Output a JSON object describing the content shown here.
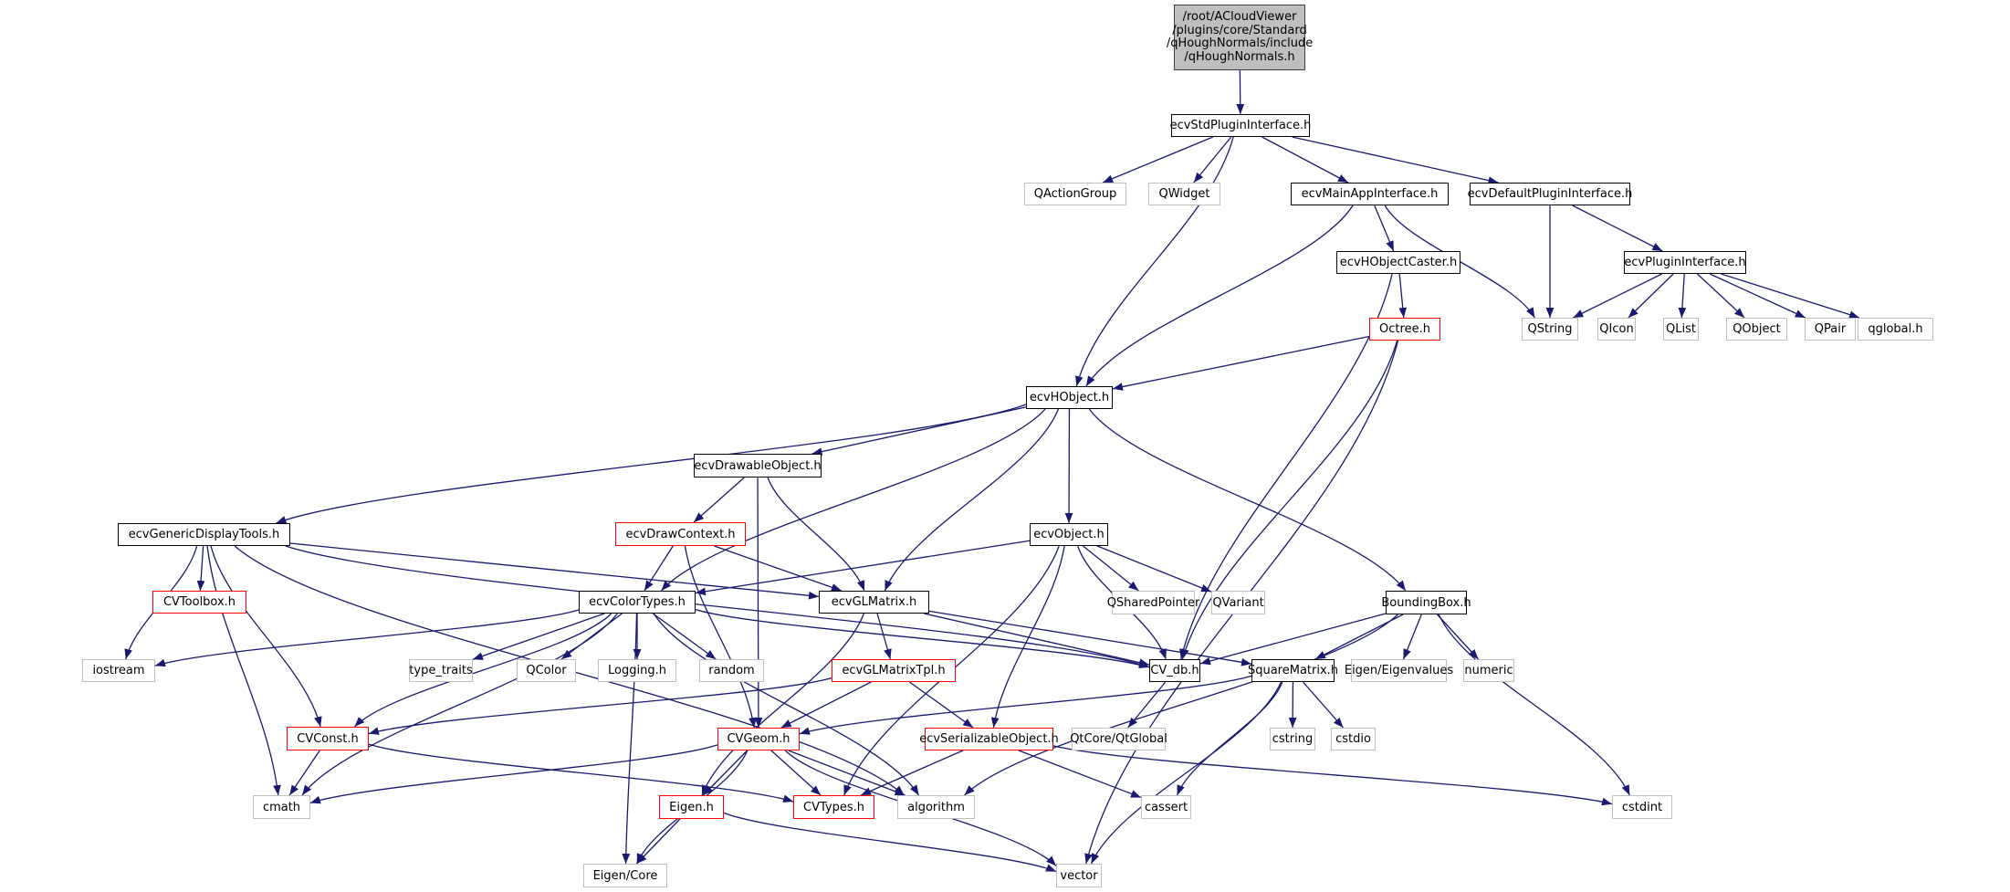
{
  "diagram": {
    "type": "include-dependency-graph",
    "colors": {
      "edge": "#191970",
      "normal_border": "#000000",
      "external_border": "#bfbfbf",
      "truncated_border": "#ff0000",
      "root_fill": "#bfbfbf",
      "background": "#ffffff"
    },
    "nodes": [
      {
        "id": "root",
        "label": "/root/ACloudViewer\n/plugins/core/Standard\n/qHoughNormals/include\n/qHoughNormals.h",
        "kind": "root"
      },
      {
        "id": "ecvStdPluginInterface",
        "label": "ecvStdPluginInterface.h",
        "kind": "normal"
      },
      {
        "id": "QActionGroup",
        "label": "QActionGroup",
        "kind": "external"
      },
      {
        "id": "QWidget",
        "label": "QWidget",
        "kind": "external"
      },
      {
        "id": "ecvMainAppInterface",
        "label": "ecvMainAppInterface.h",
        "kind": "normal"
      },
      {
        "id": "ecvDefaultPluginInterface",
        "label": "ecvDefaultPluginInterface.h",
        "kind": "normal"
      },
      {
        "id": "ecvHObjectCaster",
        "label": "ecvHObjectCaster.h",
        "kind": "normal"
      },
      {
        "id": "ecvPluginInterface",
        "label": "ecvPluginInterface.h",
        "kind": "normal"
      },
      {
        "id": "Octree",
        "label": "Octree.h",
        "kind": "truncated"
      },
      {
        "id": "QString",
        "label": "QString",
        "kind": "external"
      },
      {
        "id": "QIcon",
        "label": "QIcon",
        "kind": "external"
      },
      {
        "id": "QList",
        "label": "QList",
        "kind": "external"
      },
      {
        "id": "QObject",
        "label": "QObject",
        "kind": "external"
      },
      {
        "id": "QPair",
        "label": "QPair",
        "kind": "external"
      },
      {
        "id": "qglobal",
        "label": "qglobal.h",
        "kind": "external"
      },
      {
        "id": "ecvHObject",
        "label": "ecvHObject.h",
        "kind": "normal"
      },
      {
        "id": "ecvDrawableObject",
        "label": "ecvDrawableObject.h",
        "kind": "normal"
      },
      {
        "id": "ecvGenericDisplayTools",
        "label": "ecvGenericDisplayTools.h",
        "kind": "normal"
      },
      {
        "id": "ecvDrawContext",
        "label": "ecvDrawContext.h",
        "kind": "truncated"
      },
      {
        "id": "ecvObject",
        "label": "ecvObject.h",
        "kind": "normal"
      },
      {
        "id": "CVToolbox",
        "label": "CVToolbox.h",
        "kind": "truncated"
      },
      {
        "id": "ecvColorTypes",
        "label": "ecvColorTypes.h",
        "kind": "normal"
      },
      {
        "id": "ecvGLMatrix",
        "label": "ecvGLMatrix.h",
        "kind": "normal"
      },
      {
        "id": "QSharedPointer",
        "label": "QSharedPointer",
        "kind": "external"
      },
      {
        "id": "QVariant",
        "label": "QVariant",
        "kind": "external"
      },
      {
        "id": "BoundingBox",
        "label": "BoundingBox.h",
        "kind": "normal"
      },
      {
        "id": "iostream",
        "label": "iostream",
        "kind": "external"
      },
      {
        "id": "type_traits",
        "label": "type_traits",
        "kind": "external"
      },
      {
        "id": "QColor",
        "label": "QColor",
        "kind": "external"
      },
      {
        "id": "Logging",
        "label": "Logging.h",
        "kind": "external"
      },
      {
        "id": "random",
        "label": "random",
        "kind": "external"
      },
      {
        "id": "ecvGLMatrixTpl",
        "label": "ecvGLMatrixTpl.h",
        "kind": "truncated"
      },
      {
        "id": "CV_db",
        "label": "CV_db.h",
        "kind": "normal"
      },
      {
        "id": "SquareMatrix",
        "label": "SquareMatrix.h",
        "kind": "normal"
      },
      {
        "id": "EigenEigenvalues",
        "label": "Eigen/Eigenvalues",
        "kind": "external"
      },
      {
        "id": "numeric",
        "label": "numeric",
        "kind": "external"
      },
      {
        "id": "CVConst",
        "label": "CVConst.h",
        "kind": "truncated"
      },
      {
        "id": "CVGeom",
        "label": "CVGeom.h",
        "kind": "truncated"
      },
      {
        "id": "ecvSerializableObject",
        "label": "ecvSerializableObject.h",
        "kind": "truncated"
      },
      {
        "id": "QtCoreQtGlobal",
        "label": "QtCore/QtGlobal",
        "kind": "external"
      },
      {
        "id": "cstring",
        "label": "cstring",
        "kind": "external"
      },
      {
        "id": "cstdio",
        "label": "cstdio",
        "kind": "external"
      },
      {
        "id": "cmath",
        "label": "cmath",
        "kind": "external"
      },
      {
        "id": "EigenH",
        "label": "Eigen.h",
        "kind": "truncated"
      },
      {
        "id": "CVTypes",
        "label": "CVTypes.h",
        "kind": "truncated"
      },
      {
        "id": "algorithm",
        "label": "algorithm",
        "kind": "external"
      },
      {
        "id": "cassert",
        "label": "cassert",
        "kind": "external"
      },
      {
        "id": "cstdint",
        "label": "cstdint",
        "kind": "external"
      },
      {
        "id": "EigenCore",
        "label": "Eigen/Core",
        "kind": "external"
      },
      {
        "id": "vector",
        "label": "vector",
        "kind": "external"
      }
    ],
    "edges": [
      [
        "root",
        "ecvStdPluginInterface"
      ],
      [
        "ecvStdPluginInterface",
        "QActionGroup"
      ],
      [
        "ecvStdPluginInterface",
        "QWidget"
      ],
      [
        "ecvStdPluginInterface",
        "ecvHObject"
      ],
      [
        "ecvStdPluginInterface",
        "ecvMainAppInterface"
      ],
      [
        "ecvStdPluginInterface",
        "ecvDefaultPluginInterface"
      ],
      [
        "ecvMainAppInterface",
        "ecvHObject"
      ],
      [
        "ecvMainAppInterface",
        "ecvHObjectCaster"
      ],
      [
        "ecvMainAppInterface",
        "QString"
      ],
      [
        "ecvDefaultPluginInterface",
        "QString"
      ],
      [
        "ecvDefaultPluginInterface",
        "ecvPluginInterface"
      ],
      [
        "ecvPluginInterface",
        "QString"
      ],
      [
        "ecvPluginInterface",
        "QIcon"
      ],
      [
        "ecvPluginInterface",
        "QList"
      ],
      [
        "ecvPluginInterface",
        "QObject"
      ],
      [
        "ecvPluginInterface",
        "QPair"
      ],
      [
        "ecvPluginInterface",
        "qglobal"
      ],
      [
        "ecvHObjectCaster",
        "Octree"
      ],
      [
        "ecvHObjectCaster",
        "CV_db"
      ],
      [
        "Octree",
        "ecvHObject"
      ],
      [
        "Octree",
        "CV_db"
      ],
      [
        "Octree",
        "vector"
      ],
      [
        "ecvHObject",
        "ecvGenericDisplayTools"
      ],
      [
        "ecvHObject",
        "ecvDrawableObject"
      ],
      [
        "ecvHObject",
        "ecvColorTypes"
      ],
      [
        "ecvHObject",
        "ecvGLMatrix"
      ],
      [
        "ecvHObject",
        "ecvObject"
      ],
      [
        "ecvHObject",
        "BoundingBox"
      ],
      [
        "ecvDrawableObject",
        "ecvDrawContext"
      ],
      [
        "ecvDrawableObject",
        "ecvGLMatrix"
      ],
      [
        "ecvDrawableObject",
        "CVGeom"
      ],
      [
        "ecvGenericDisplayTools",
        "CVToolbox"
      ],
      [
        "ecvGenericDisplayTools",
        "iostream"
      ],
      [
        "ecvGenericDisplayTools",
        "ecvGLMatrix"
      ],
      [
        "ecvGenericDisplayTools",
        "CV_db"
      ],
      [
        "ecvGenericDisplayTools",
        "CVConst"
      ],
      [
        "ecvGenericDisplayTools",
        "cmath"
      ],
      [
        "ecvGenericDisplayTools",
        "algorithm"
      ],
      [
        "ecvDrawContext",
        "ecvColorTypes"
      ],
      [
        "ecvDrawContext",
        "ecvGLMatrix"
      ],
      [
        "ecvDrawContext",
        "CVGeom"
      ],
      [
        "ecvObject",
        "ecvColorTypes"
      ],
      [
        "ecvObject",
        "QSharedPointer"
      ],
      [
        "ecvObject",
        "QVariant"
      ],
      [
        "ecvObject",
        "CV_db"
      ],
      [
        "ecvObject",
        "ecvSerializableObject"
      ],
      [
        "ecvObject",
        "CVTypes"
      ],
      [
        "ecvColorTypes",
        "iostream"
      ],
      [
        "ecvColorTypes",
        "type_traits"
      ],
      [
        "ecvColorTypes",
        "QColor"
      ],
      [
        "ecvColorTypes",
        "Logging"
      ],
      [
        "ecvColorTypes",
        "random"
      ],
      [
        "ecvColorTypes",
        "CV_db"
      ],
      [
        "ecvColorTypes",
        "CVConst"
      ],
      [
        "ecvColorTypes",
        "cmath"
      ],
      [
        "ecvColorTypes",
        "EigenCore"
      ],
      [
        "ecvColorTypes",
        "algorithm"
      ],
      [
        "ecvGLMatrix",
        "ecvGLMatrixTpl"
      ],
      [
        "ecvGLMatrix",
        "CV_db"
      ],
      [
        "ecvGLMatrix",
        "SquareMatrix"
      ],
      [
        "ecvGLMatrix",
        "EigenH"
      ],
      [
        "ecvGLMatrixTpl",
        "CVConst"
      ],
      [
        "ecvGLMatrixTpl",
        "CVGeom"
      ],
      [
        "ecvGLMatrixTpl",
        "ecvSerializableObject"
      ],
      [
        "BoundingBox",
        "CV_db"
      ],
      [
        "BoundingBox",
        "SquareMatrix"
      ],
      [
        "BoundingBox",
        "EigenEigenvalues"
      ],
      [
        "BoundingBox",
        "numeric"
      ],
      [
        "BoundingBox",
        "algorithm"
      ],
      [
        "BoundingBox",
        "cstdint"
      ],
      [
        "CV_db",
        "QtCoreQtGlobal"
      ],
      [
        "SquareMatrix",
        "CVGeom"
      ],
      [
        "SquareMatrix",
        "cstring"
      ],
      [
        "SquareMatrix",
        "cstdio"
      ],
      [
        "SquareMatrix",
        "cassert"
      ],
      [
        "SquareMatrix",
        "vector"
      ],
      [
        "CVConst",
        "cmath"
      ],
      [
        "CVConst",
        "CVTypes"
      ],
      [
        "CVGeom",
        "cmath"
      ],
      [
        "CVGeom",
        "EigenH"
      ],
      [
        "CVGeom",
        "CVTypes"
      ],
      [
        "CVGeom",
        "algorithm"
      ],
      [
        "CVGeom",
        "EigenCore"
      ],
      [
        "CVGeom",
        "vector"
      ],
      [
        "ecvSerializableObject",
        "CVTypes"
      ],
      [
        "ecvSerializableObject",
        "cassert"
      ],
      [
        "ecvSerializableObject",
        "cstdint"
      ],
      [
        "EigenH",
        "EigenCore"
      ],
      [
        "EigenH",
        "vector"
      ]
    ]
  }
}
